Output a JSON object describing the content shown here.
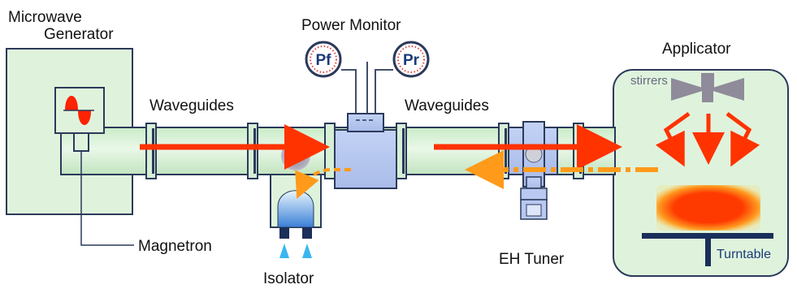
{
  "labels": {
    "microwave_generator_line1": "Microwave",
    "microwave_generator_line2": "Generator",
    "power_monitor": "Power Monitor",
    "applicator": "Applicator",
    "waveguides_left": "Waveguides",
    "waveguides_right": "Waveguides",
    "magnetron": "Magnetron",
    "isolator": "Isolator",
    "eh_tuner": "EH Tuner",
    "turntable": "Turntable",
    "stirrers": "stirrers",
    "pf_gauge": "Pf",
    "pr_gauge": "Pr"
  },
  "colors": {
    "housing_fill": "#dff3dc",
    "housing_stroke": "#2b3a5a",
    "waveguide_fill": "#d6efd5",
    "component_fill": "#b8c8f0",
    "forward_wave": "#ff3300",
    "reflected_wave": "#ff9a1a",
    "stirrer": "#8f8b9a",
    "turntable": "#1a2e5a",
    "load_hot": "#ff3300",
    "coolant": "#39b6f0"
  },
  "icons": {
    "generator_signal": "sine-wave-icon",
    "gauges": "dial-gauge-icon",
    "stirrer": "fan-stirrer-icon"
  }
}
